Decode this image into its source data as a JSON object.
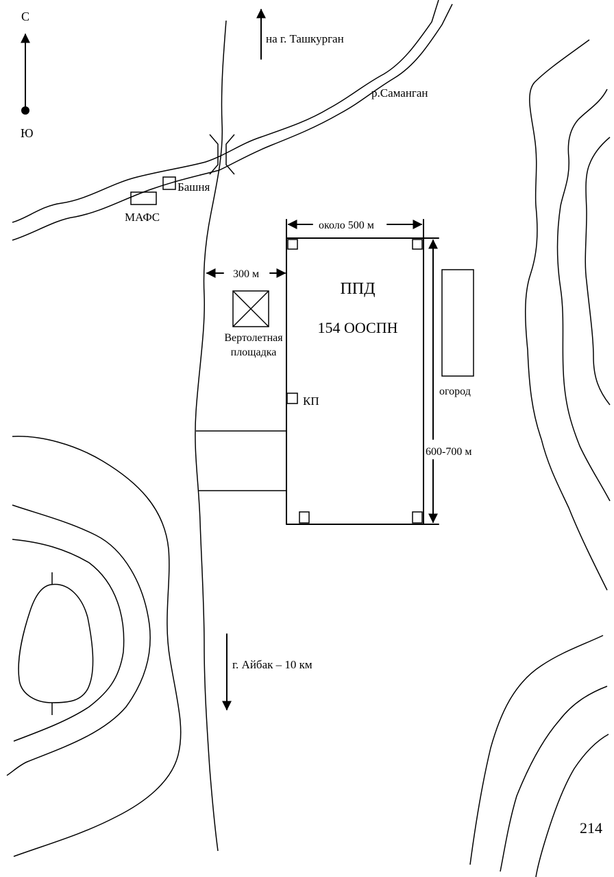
{
  "compass": {
    "north": "С",
    "south": "Ю"
  },
  "directions": {
    "north_road": "на г. Ташкурган",
    "south_road": "г. Айбак – 10 км"
  },
  "river": {
    "label": "р.Саманган"
  },
  "objects": {
    "tower": "Башня",
    "mafs": "МАФС",
    "helipad_line1": "Вертолетная",
    "helipad_line2": "площадка",
    "base_name": "ППД",
    "base_unit": "154 ООСПН",
    "command_post": "КП",
    "garden": "огород"
  },
  "dimensions": {
    "width": "около 500 м",
    "distance_to_road": "300 м",
    "length": "600-700 м"
  },
  "page_number": "214"
}
